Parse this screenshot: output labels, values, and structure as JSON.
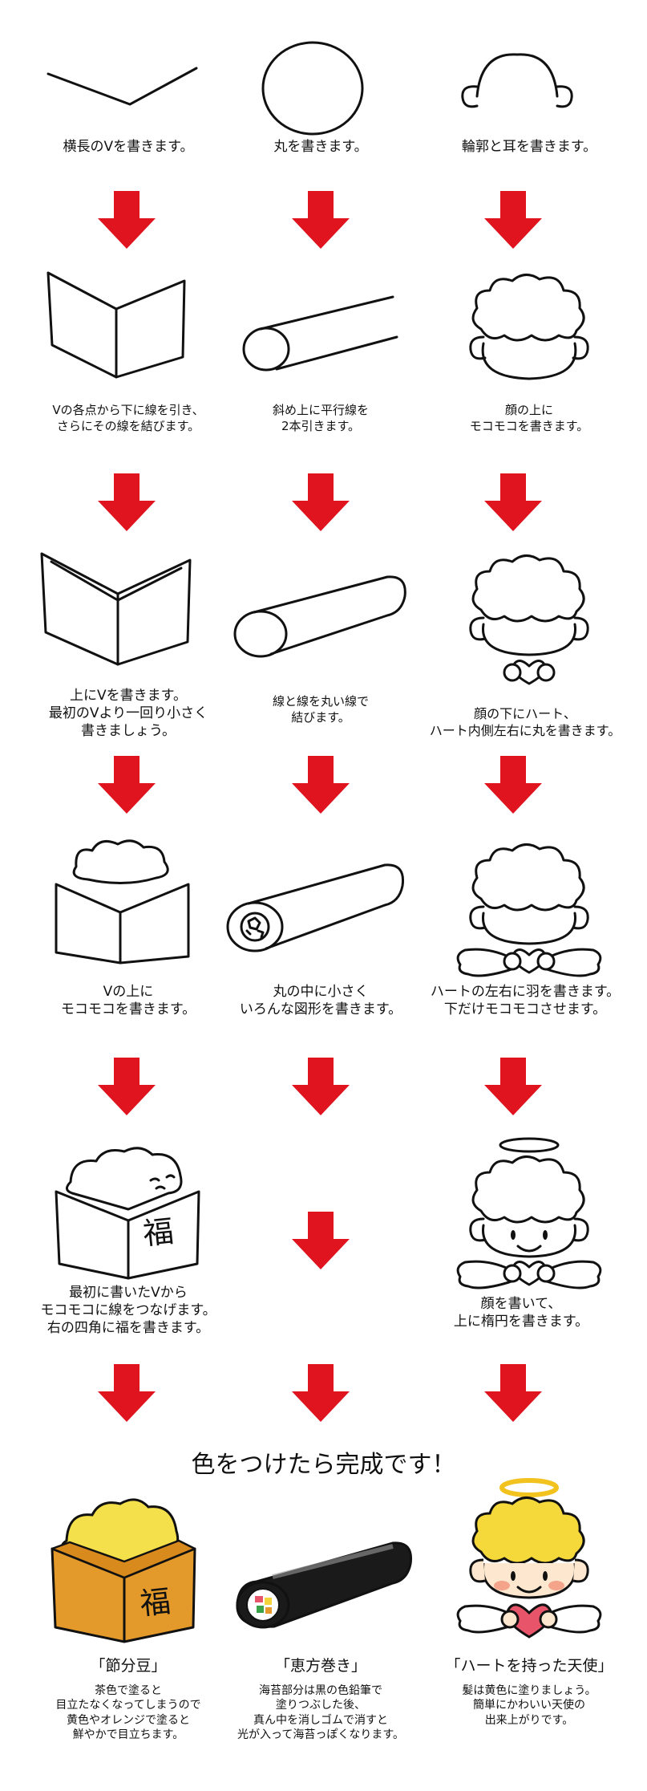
{
  "colors": {
    "arrow": "#e0141e",
    "box": "#e39a2a",
    "boxTop": "#f3e04a",
    "hair": "#f5d83a",
    "halo": "#f2c21f",
    "heart": "#e8556a",
    "nori": "#1a1a1a",
    "cheek": "#f4a48a"
  },
  "col1": {
    "step1": "横長のVを書きます。",
    "step2": "Vの各点から下に線を引き、\nさらにその線を結びます。",
    "step3": "上にVを書きます。\n最初のVより一回り小さく\n書きましょう。",
    "step4": "Vの上に\nモコモコを書きます。",
    "step5": "最初に書いたVから\nモコモコに線をつなげます。\n右の四角に福を書きます。",
    "kanji": "福"
  },
  "col2": {
    "step1": "丸を書きます。",
    "step2": "斜め上に平行線を\n2本引きます。",
    "step3": "線と線を丸い線で\n結びます。",
    "step4": "丸の中に小さく\nいろんな図形を書きます。"
  },
  "col3": {
    "step1": "輪郭と耳を書きます。",
    "step2": "顔の上に\nモコモコを書きます。",
    "step3": "顔の下にハート、\nハート内側左右に丸を書きます。",
    "step4": "ハートの左右に羽を書きます。\n下だけモコモコさせます。",
    "step5": "顔を書いて、\n上に楕円を書きます。"
  },
  "title": "色をつけたら完成です！",
  "finals": [
    {
      "name": "「節分豆」",
      "note": "茶色で塗ると\n目立たなくなってしまうので\n黄色やオレンジで塗ると\n鮮やかで目立ちます。"
    },
    {
      "name": "「恵方巻き」",
      "note": "海苔部分は黒の色鉛筆で\n塗りつぶした後、\n真ん中を消しゴムで消すと\n光が入って海苔っぽくなります。"
    },
    {
      "name": "「ハートを持った天使」",
      "note": "髪は黄色に塗りましょう。\n簡単にかわいい天使の\n出来上がりです。"
    }
  ]
}
